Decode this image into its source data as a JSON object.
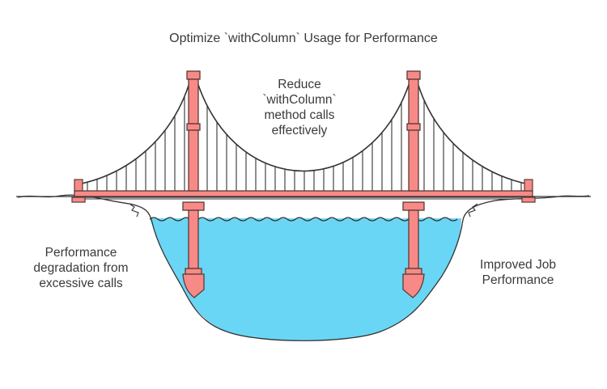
{
  "title": "Optimize `withColumn` Usage for Performance",
  "center_label": [
    "Reduce",
    "`withColumn`",
    "method calls",
    "effectively"
  ],
  "left_label": [
    "Performance",
    "degradation from",
    "excessive calls"
  ],
  "right_label": [
    "Improved Job",
    "Performance"
  ],
  "colors": {
    "bridge_fill": "#f78a86",
    "bridge_stroke": "#5a3a3a",
    "water": "#6ad6f5",
    "line": "#333333",
    "text": "#3a3a3a"
  },
  "icons": [
    "suspension-bridge-icon",
    "water-icon",
    "ground-icon"
  ]
}
